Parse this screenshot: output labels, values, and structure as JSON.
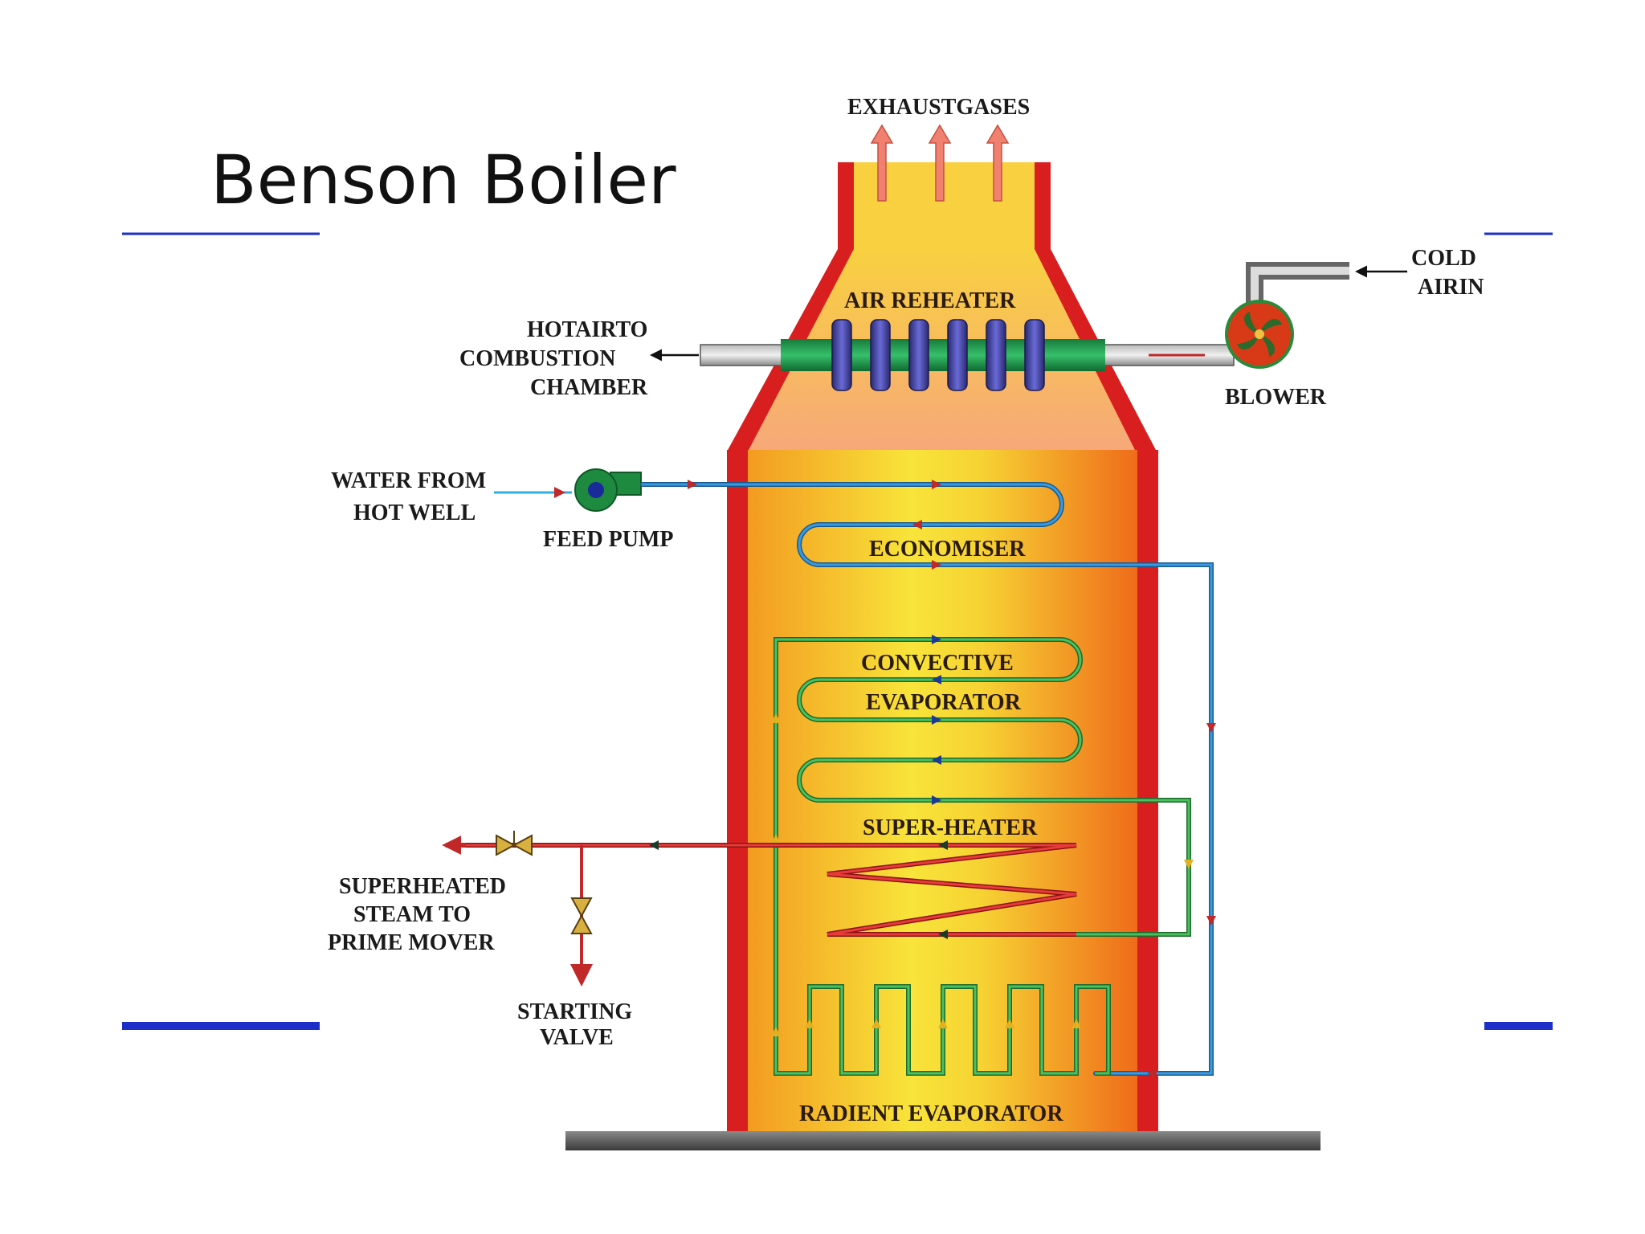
{
  "title": "Benson Boiler",
  "labels": {
    "exhaust": "EXHAUSTGASES",
    "cold_air_1": "COLD",
    "cold_air_2": "AIRIN",
    "air_reheater": "AIR REHEATER",
    "hot_air_1": "HOTAIRTO",
    "hot_air_2": "COMBUSTION",
    "hot_air_3": "CHAMBER",
    "blower": "BLOWER",
    "water_1": "WATER FROM",
    "water_2": "HOT WELL",
    "feed_pump": "FEED PUMP",
    "economiser": "ECONOMISER",
    "convective_1": "CONVECTIVE",
    "convective_2": "EVAPORATOR",
    "super_heater": "SUPER-HEATER",
    "steam_1": "SUPERHEATED",
    "steam_2": "STEAM   TO",
    "steam_3": "PRIME MOVER",
    "starting_1": "STARTING",
    "starting_2": "VALVE",
    "radient": "RADIENT  EVAPORATOR"
  },
  "colors": {
    "wall": "#d81e1e",
    "flame_core": "#f7e23a",
    "flame_edge": "#f07a1c",
    "water_line": "#2b7fc0",
    "evaporator_line": "#2e9a3c",
    "steam_line": "#c0282a",
    "exhaust_arrow": "#f08070",
    "accent_rule": "#1c2fc8",
    "base_plate": "#555555"
  }
}
